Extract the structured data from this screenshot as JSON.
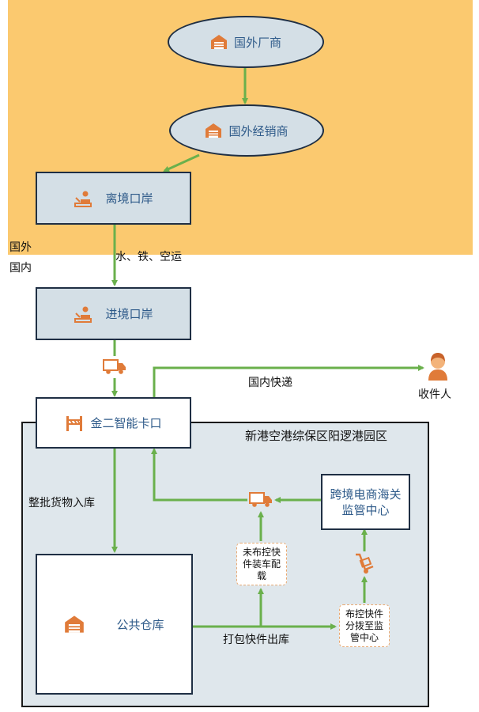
{
  "zones": {
    "foreign_label": "国外",
    "domestic_label": "国内",
    "park_label": "新港空港综保区阳逻港园区"
  },
  "nodes": {
    "foreign_manufacturer": "国外厂商",
    "foreign_distributor": "国外经销商",
    "exit_port": "离境口岸",
    "entry_port": "进境口岸",
    "jiner_gate": "金二智能卡口",
    "customs_center": "跨境电商海关监管中心",
    "public_warehouse": "公共仓库",
    "uncontrolled_loading": "未布控快件装车配载",
    "controlled_sorting": "布控快件分拨至监管中心",
    "recipient": "收件人"
  },
  "edges": {
    "transport": "水、铁、空运",
    "domestic_express": "国内快递",
    "bulk_inbound": "整批货物入库",
    "packed_outbound": "打包快件出库"
  },
  "colors": {
    "foreign_zone": "#fbc96f",
    "park_zone": "#dfe7ec",
    "node_fill": "#d4dfe6",
    "arrow": "#6ab04c",
    "icon": "#e07b39",
    "node_text": "#2f5b8a"
  }
}
